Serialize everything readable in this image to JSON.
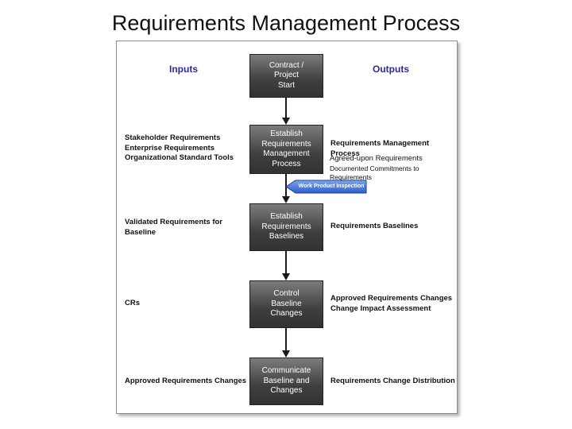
{
  "title": "Requirements Management Process",
  "headers": {
    "inputs": "Inputs",
    "outputs": "Outputs"
  },
  "steps": [
    {
      "lines": [
        "Contract / Project",
        "Start"
      ]
    },
    {
      "lines": [
        "Establish",
        "Requirements",
        "Management",
        "Process"
      ]
    },
    {
      "lines": [
        "Establish",
        "Requirements",
        "Baselines"
      ]
    },
    {
      "lines": [
        "Control",
        "Baseline",
        "Changes"
      ]
    },
    {
      "lines": [
        "Communicate",
        "Baseline and",
        "Changes"
      ]
    }
  ],
  "inputs": [
    {
      "lines": [
        "Stakeholder Requirements",
        "Enterprise Requirements",
        "Organizational Standard Tools"
      ]
    },
    {
      "lines": [
        "Validated Requirements for",
        "Baseline"
      ]
    },
    {
      "lines": [
        "CRs"
      ]
    },
    {
      "lines": [
        "Approved Requirements Changes"
      ]
    }
  ],
  "outputs": [
    {
      "lines": [
        "Requirements Management",
        " Process"
      ]
    },
    {
      "lines": [
        "Requirements Baselines"
      ]
    },
    {
      "lines": [
        "Approved Requirements Changes",
        "Change Impact Assessment"
      ]
    },
    {
      "lines": [
        "Requirements Change Distribution"
      ]
    }
  ],
  "output_notes": {
    "lines": [
      "Agreed-upon Requirements",
      "Documented Commitments to",
      "Requirements"
    ]
  },
  "work_product_inspection": "Work Product Inspection",
  "colors": {
    "box_top": "#7c7c7c",
    "box_bottom": "#323232",
    "header_text": "#2a2a9a",
    "callout_fill": "#3d6fd6"
  }
}
